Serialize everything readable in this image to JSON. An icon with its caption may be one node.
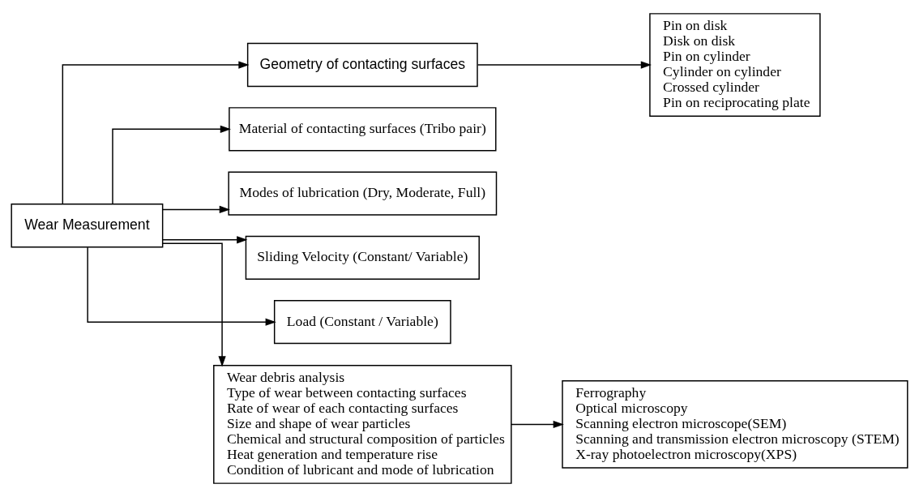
{
  "diagram": {
    "nodes": [
      {
        "text": [
          "Wear Measurement"
        ]
      },
      {
        "text": [
          "Geometry of contacting surfaces"
        ]
      },
      {
        "text": [
          "Material of contacting surfaces (Tribo pair)"
        ]
      },
      {
        "text": [
          "Modes of lubrication (Dry, Moderate, Full)"
        ]
      },
      {
        "text": [
          "Sliding Velocity (Constant/ Variable)"
        ]
      },
      {
        "text": [
          "Load (Constant / Variable)"
        ]
      },
      {
        "text": [
          "Wear debris analysis",
          "Type of wear between contacting surfaces",
          "Rate of wear of each contacting surfaces",
          "Size and shape of wear particles",
          "Chemical and structural composition of particles",
          "Heat generation and temperature rise",
          "Condition of lubricant and mode of lubrication"
        ]
      },
      {
        "text": [
          "Pin on disk",
          "Disk on disk",
          "Pin on cylinder",
          "Cylinder on cylinder",
          "Crossed cylinder",
          "Pin on reciprocating plate"
        ]
      },
      {
        "text": [
          "Ferrography",
          "Optical microscopy",
          "Scanning electron microscope(SEM)",
          "Scanning and transmission electron microscopy (STEM)",
          "X-ray photoelectron microscopy(XPS)"
        ]
      }
    ],
    "edges": [
      {
        "from": 0,
        "to": 1,
        "arrow": "to"
      },
      {
        "from": 0,
        "to": 2,
        "arrow": "to"
      },
      {
        "from": 0,
        "to": 3,
        "arrow": "to"
      },
      {
        "from": 0,
        "to": 4,
        "arrow": "to"
      },
      {
        "from": 0,
        "to": 5,
        "arrow": "to"
      },
      {
        "from": 0,
        "to": 6,
        "arrow": "to"
      },
      {
        "from": 1,
        "to": 7,
        "arrow": "to"
      },
      {
        "from": 6,
        "to": 8,
        "arrow": "to"
      }
    ]
  }
}
